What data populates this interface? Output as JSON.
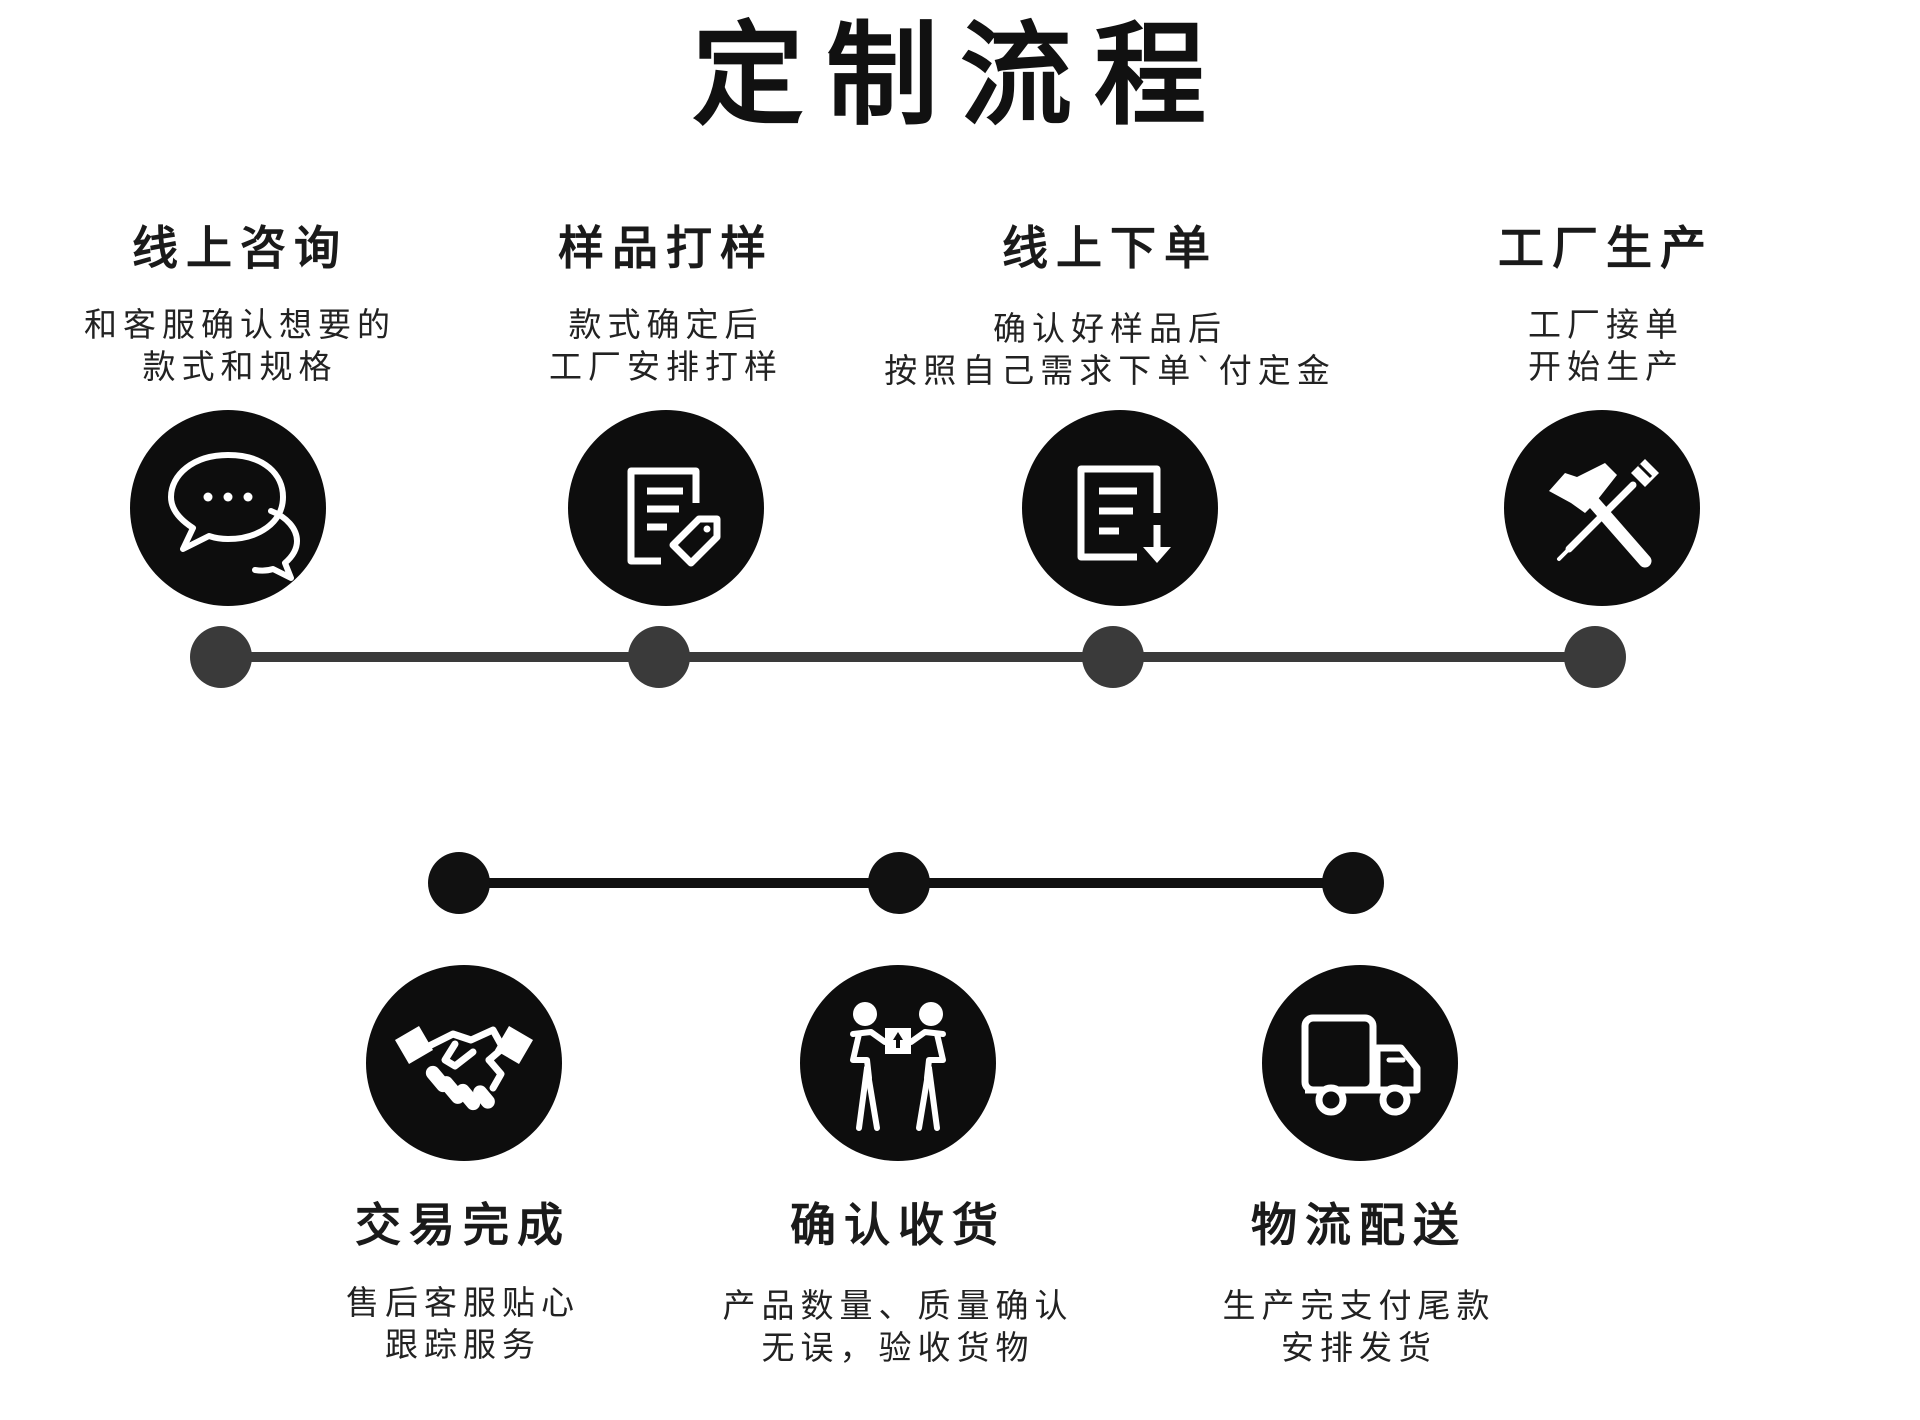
{
  "title": "定制流程",
  "top_row": [
    {
      "title": "线上咨询",
      "desc": [
        "和客服确认想要的",
        "款式和规格"
      ],
      "icon": "chat-bubbles-icon"
    },
    {
      "title": "样品打样",
      "desc": [
        "款式确定后",
        "工厂安排打样"
      ],
      "icon": "document-tag-icon"
    },
    {
      "title": "线上下单",
      "desc": [
        "确认好样品后",
        "按照自己需求下单`付定金"
      ],
      "icon": "document-download-icon"
    },
    {
      "title": "工厂生产",
      "desc": [
        "工厂接单",
        "开始生产"
      ],
      "icon": "hammer-screwdriver-icon"
    }
  ],
  "bottom_row": [
    {
      "title": "交易完成",
      "desc": [
        "售后客服贴心",
        "跟踪服务"
      ],
      "icon": "handshake-icon"
    },
    {
      "title": "确认收货",
      "desc": [
        "产品数量、质量确认",
        "无误，验收货物"
      ],
      "icon": "package-handover-icon"
    },
    {
      "title": "物流配送",
      "desc": [
        "生产完支付尾款",
        "安排发货"
      ],
      "icon": "delivery-truck-icon"
    }
  ],
  "colors": {
    "circle": "#0d0d0d",
    "top_track": "#3a3a3a",
    "bottom_track": "#111111",
    "text": "#1a1a1a"
  }
}
